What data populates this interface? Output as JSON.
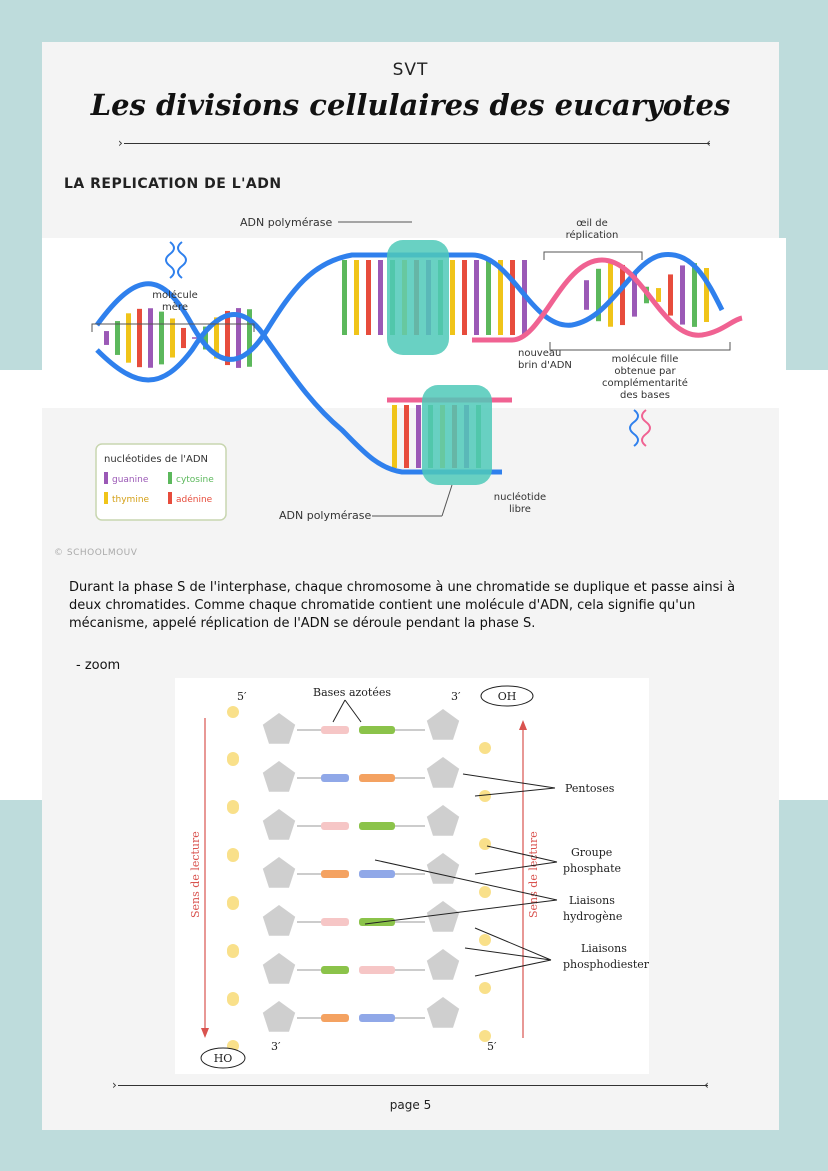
{
  "header": {
    "subject": "SVT",
    "title": "Les divisions cellulaires des eucaryotes"
  },
  "section": {
    "title": "LA REPLICATION DE L'ADN"
  },
  "figure1": {
    "labels": {
      "polymerase_top": "ADN polymérase",
      "eye_line1": "œil de",
      "eye_line2": "réplication",
      "mother_line1": "molécule",
      "mother_line2": "mère",
      "new_strand_line1": "nouveau",
      "new_strand_line2": "brin d'ADN",
      "daughter_line1": "molécule fille",
      "daughter_line2": "obtenue par",
      "daughter_line3": "complémentarité",
      "daughter_line4": "des bases",
      "free_line1": "nucléotide",
      "free_line2": "libre",
      "polymerase_bottom": "ADN polymérase"
    },
    "legend": {
      "title": "nucléotides de l'ADN",
      "items": [
        {
          "label": "guanine",
          "color": "#9b59b6"
        },
        {
          "label": "cytosine",
          "color": "#5cb85c"
        },
        {
          "label": "thymine",
          "color": "#f0c419"
        },
        {
          "label": "adénine",
          "color": "#e74c3c"
        }
      ]
    },
    "copyright": "SCHOOLMOUV"
  },
  "paragraph": "Durant la phase S de l'interphase, chaque chromosome à une chromatide se duplique et passe ainsi à deux chromatides. Comme chaque chromatide contient une molécule d'ADN, cela signifie qu'un mécanisme, appelé réplication de l'ADN se déroule pendant la phase S.",
  "zoom_label": "- zoom",
  "figure2": {
    "five_prime_top": "5′",
    "bases_label": "Bases azotées",
    "three_prime_top": "3′",
    "oh": "OH",
    "pentoses": "Pentoses",
    "groupe": "Groupe",
    "phosphate": "phosphate",
    "liaisons": "Liaisons",
    "hydrogene": "hydrogène",
    "liaisons2": "Liaisons",
    "phosphodiester": "phosphodiester",
    "sens_left": "Sens de lecture",
    "sens_right": "Sens de lecture",
    "ho": "HO",
    "three_prime_bottom": "3′",
    "five_prime_bottom": "5′"
  },
  "footer": {
    "page": "page 5"
  },
  "colors": {
    "guanine": "#9b59b6",
    "cytosine": "#5cb85c",
    "thymine": "#f0c419",
    "adenine": "#e74c3c",
    "strand_blue": "#2f80ed",
    "strand_pink": "#f06292",
    "polymerase": "#4fc9b8"
  }
}
